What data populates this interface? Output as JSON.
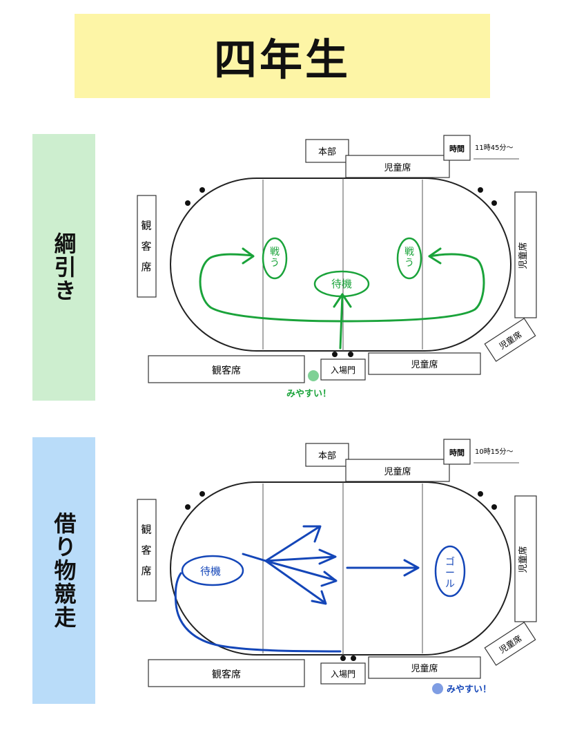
{
  "title": "四年生",
  "colors": {
    "banner_bg": "#fdf5a6",
    "event1_bg": "#cdeecf",
    "event2_bg": "#b9dcf9",
    "green": "#1aa33a",
    "blue": "#1446b8",
    "dot_green": "#7fd196",
    "dot_blue": "#7f9de3"
  },
  "events": [
    {
      "label": "綱引き",
      "labels": {
        "honbu": "本部",
        "jidouseki_top": "児童席",
        "jikan_box": "時間",
        "time": "11時45分〜",
        "kankyakuseki_left": "観客席",
        "jidouseki_right": "児童席",
        "jidouseki_corner": "児童席",
        "kankyakuseki_bottom": "観客席",
        "nyujomon": "入場門",
        "jidouseki_bottom": "児童席",
        "tatakau_left": "戦う",
        "tatakau_right": "戦う",
        "taiki": "待機",
        "miyasui": "みやすい！"
      }
    },
    {
      "label": "借り物競走",
      "labels": {
        "honbu": "本部",
        "jidouseki_top": "児童席",
        "jikan_box": "時間",
        "time": "10時15分〜",
        "kankyakuseki_left": "観客席",
        "jidouseki_right": "児童席",
        "jidouseki_corner": "児童席",
        "kankyakuseki_bottom": "観客席",
        "nyujomon": "入場門",
        "jidouseki_bottom": "児童席",
        "taiki": "待機",
        "goal": "ゴール",
        "miyasui": "みやすい！"
      }
    }
  ]
}
